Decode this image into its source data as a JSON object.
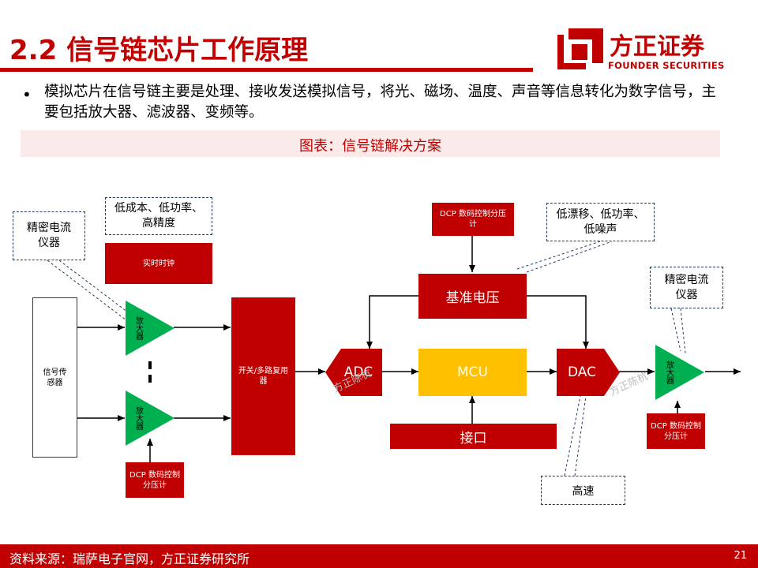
{
  "header": {
    "title": "2.2 信号链芯片工作原理",
    "logo_name": "方正证券",
    "logo_sub": "FOUNDER SECURITIES"
  },
  "bullet": {
    "text": "模拟芯片在信号链主要是处理、接收发送模拟信号，将光、磁场、温度、声音等信息转化为数字信号，主要包括放大器、滤波器、变频等。"
  },
  "caption": "图表：信号链解决方案",
  "diagram": {
    "note_low_cost": "低成本、低功率、高精度",
    "rtc": "实时时钟",
    "instrument_left": "精密电流仪器",
    "sensor": "信号传感器",
    "amp_top": "放大器",
    "amp_bottom": "放大器",
    "dcp_left": "DCP 数码控制分压计",
    "switch_mux": "开关/多路复用器",
    "dcp_top": "DCP 数码控制分压计",
    "ref_voltage": "基准电压",
    "adc": "ADC",
    "mcu": "MCU",
    "dac": "DAC",
    "interface": "接口",
    "note_low_drift": "低漂移、低功率、低噪声",
    "instrument_right": "精密电流仪器",
    "amp_right": "放大器",
    "dcp_right": "DCP 数码控制分压计",
    "high_speed": "高速",
    "watermark": "方正陈杭"
  },
  "colors": {
    "brand_red": "#c00000",
    "mcu_yellow": "#ffc000",
    "amp_green": "#00b050",
    "dashed_border": "#1f3864"
  },
  "footer": {
    "source": "资料来源：瑞萨电子官网，方正证券研究所",
    "page": "21"
  }
}
